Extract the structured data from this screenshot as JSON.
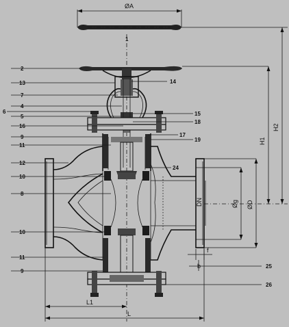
{
  "dimensions": {
    "handwheel_dia": "ØA",
    "height_total": "H2",
    "height_1": "H1",
    "nominal_dia": "DN",
    "bore_dia": "Øg",
    "flange_dia": "ØD",
    "flange_thickness": "f",
    "face_b": "b",
    "half_length": "L1",
    "length": "L"
  },
  "part_labels": {
    "p1": "1",
    "p2": "2",
    "p13": "13",
    "p14": "14",
    "p7": "7",
    "p4": "4",
    "p6": "6",
    "p5": "5",
    "p15": "15",
    "p16": "16",
    "p18": "18",
    "p9a": "9",
    "p17": "17",
    "p11a": "11",
    "p19": "19",
    "p12": "12",
    "p24": "24",
    "p10a": "10",
    "p8": "8",
    "p10b": "10",
    "p11b": "11",
    "p25": "25",
    "p9b": "9",
    "p26": "26"
  }
}
